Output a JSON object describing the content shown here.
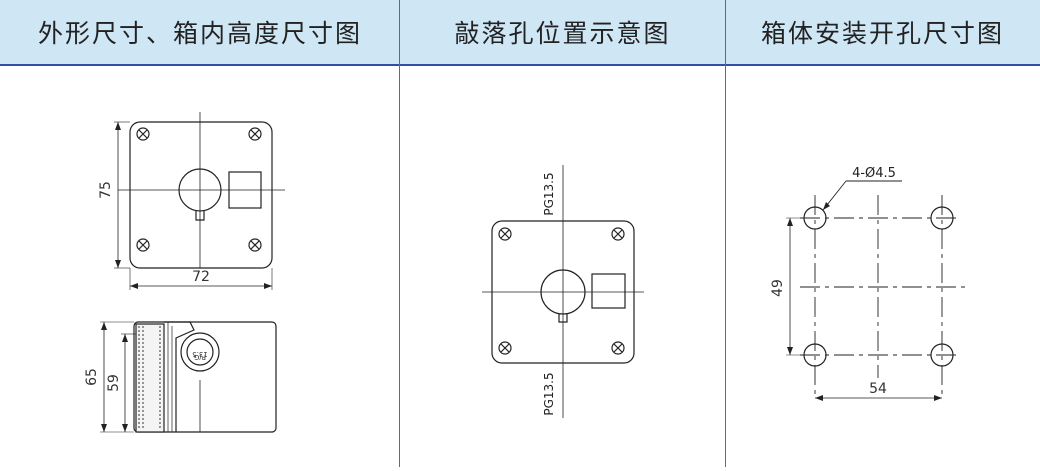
{
  "header": {
    "col1_title": "外形尺寸、箱内高度尺寸图",
    "col2_title": "敲落孔位置示意图",
    "col3_title": "箱体安装开孔尺寸图"
  },
  "drawing1": {
    "height_label": "75",
    "width_label": "72",
    "side_height_outer": "65",
    "side_height_inner": "59",
    "plate_text_top": "P/G",
    "plate_text_bottom": "13.5"
  },
  "drawing2": {
    "top_label": "PG13.5",
    "bottom_label": "PG13.5"
  },
  "drawing3": {
    "hole_label": "4-Ø4.5",
    "height_label": "49",
    "width_label": "54"
  },
  "colors": {
    "header_bg": "#cfe6f5",
    "header_rule": "#2f4fa3",
    "line": "#222222"
  }
}
